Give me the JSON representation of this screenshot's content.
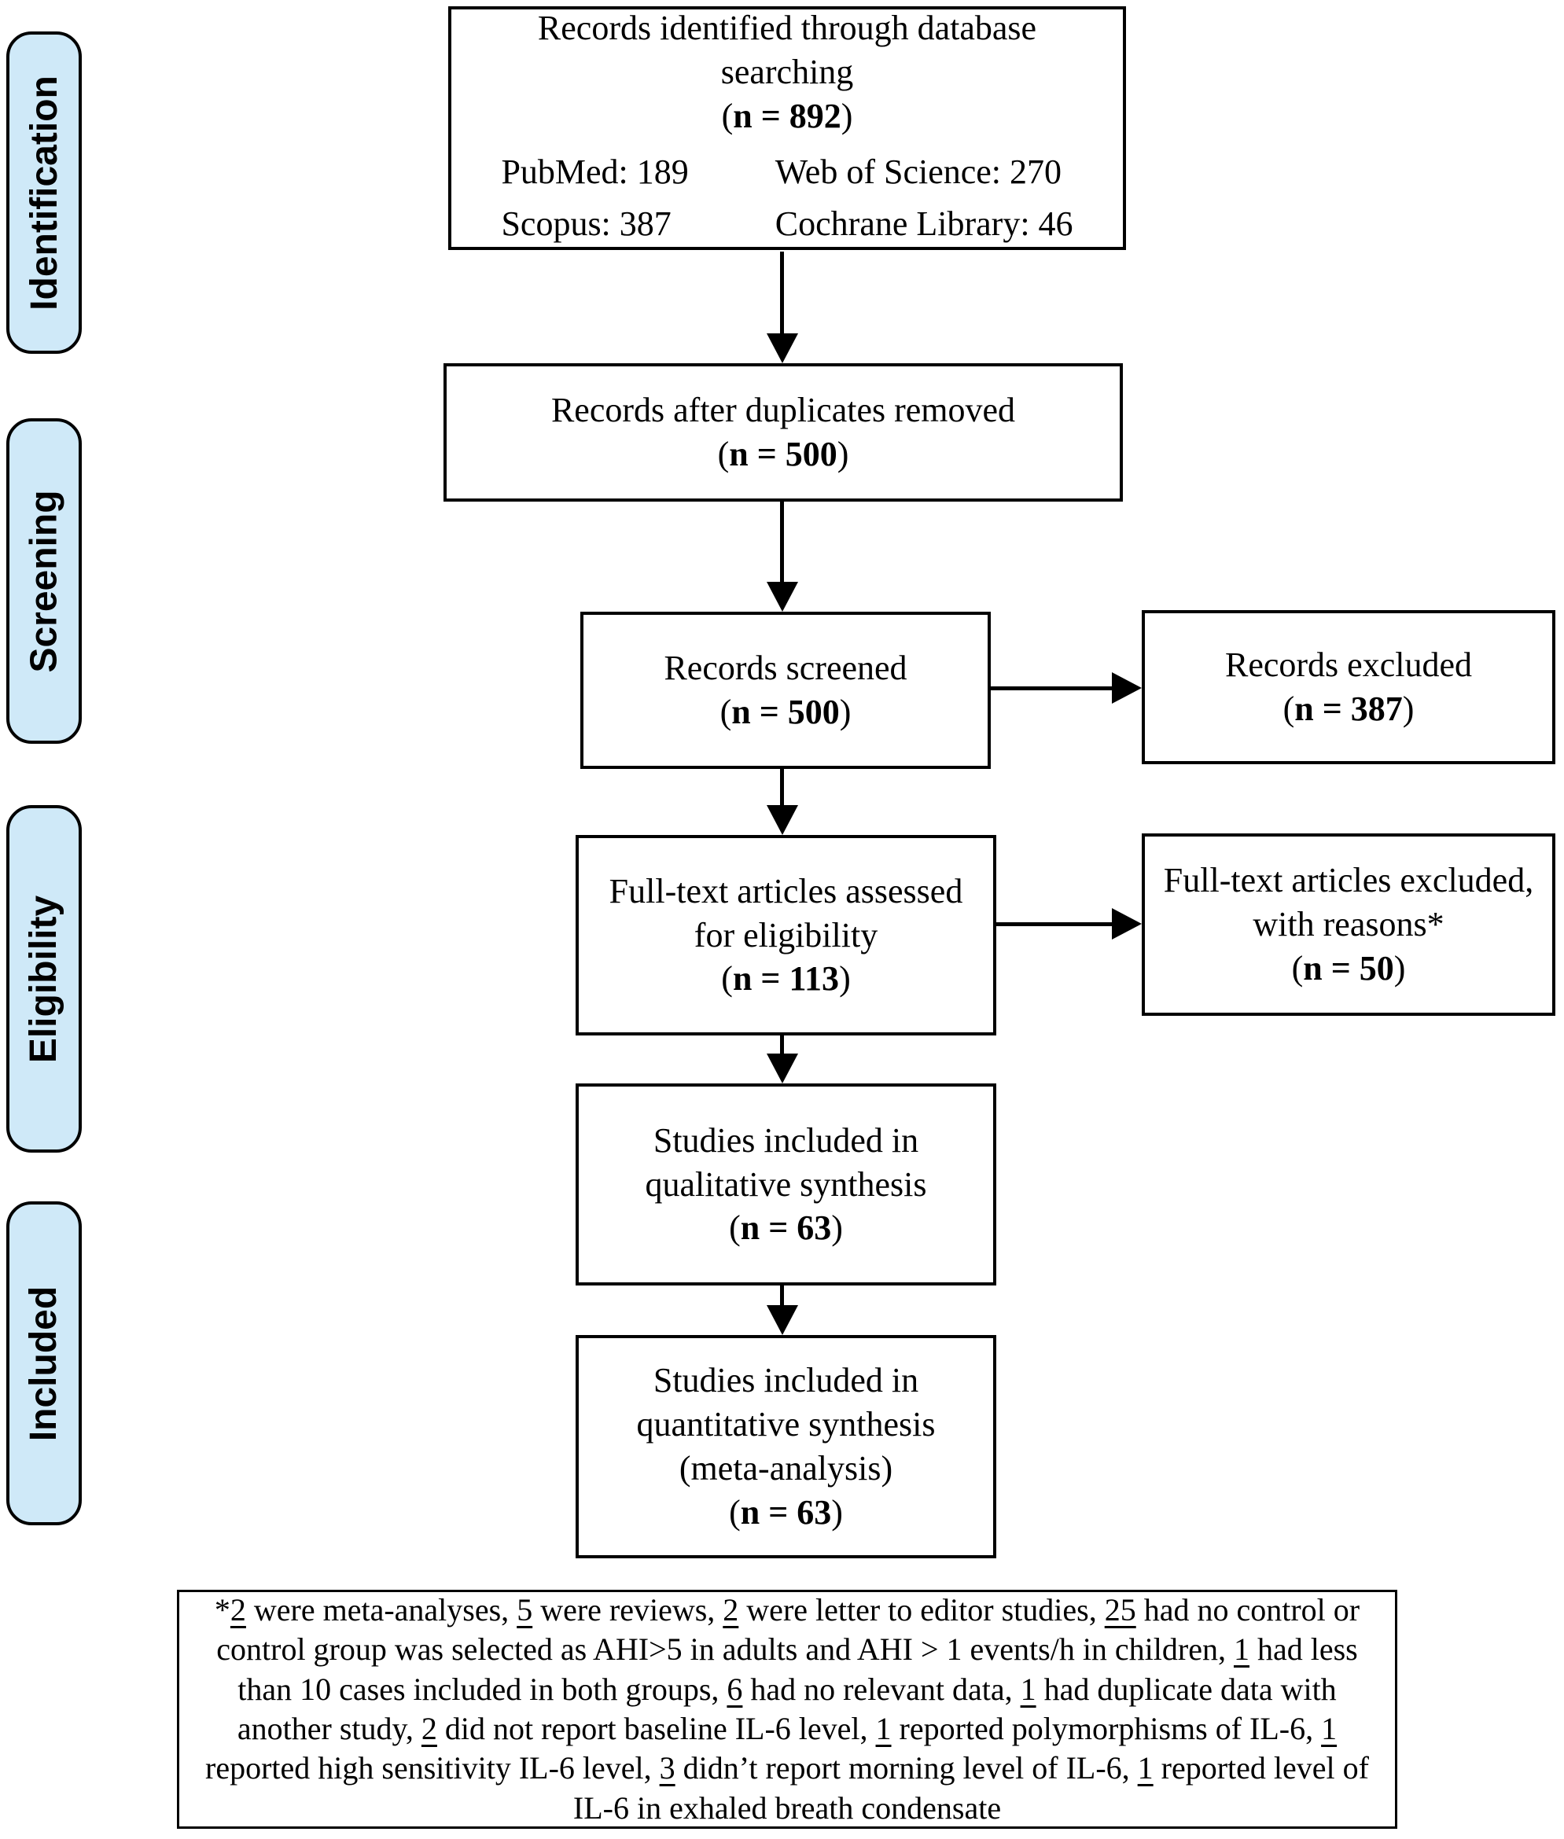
{
  "stages": [
    {
      "label": "Identification"
    },
    {
      "label": "Screening"
    },
    {
      "label": "Eligibility"
    },
    {
      "label": "Included"
    }
  ],
  "boxes": {
    "identified": {
      "line1": "Records identified through database",
      "line2": "searching",
      "n": "({b}n = 892{/b})",
      "sources": {
        "pubmed": "PubMed: 189",
        "scopus": "Scopus: 387",
        "web_of_science": "Web of Science: 270",
        "cochrane": "Cochrane Library: 46"
      }
    },
    "deduplicated": {
      "line1": "Records after duplicates removed",
      "n": "({b}n = 500{/b})"
    },
    "screened": {
      "line1": "Records screened",
      "n": "({b}n = 500{/b})"
    },
    "records_excluded": {
      "line1": "Records excluded",
      "n": "({b}n = 387{/b})"
    },
    "fulltext_assessed": {
      "line1": "Full-text articles assessed",
      "line2": "for eligibility",
      "n": "({b}n = 113{/b})"
    },
    "fulltext_excluded": {
      "line1": "Full-text articles excluded,",
      "line2": "with reasons*",
      "n": "({b}n = 50{/b})"
    },
    "qualitative": {
      "line1": "Studies included in",
      "line2": "qualitative synthesis",
      "n": "({b}n = 63{/b})"
    },
    "quantitative": {
      "line1": "Studies included in",
      "line2": "quantitative synthesis",
      "line3": "(meta-analysis)",
      "n": "({b}n = 63{/b})"
    }
  },
  "footnote": "*{u}2{/u} were meta-analyses, {u}5{/u} were reviews, {u}2{/u} were letter to editor studies, {u}25{/u} had no control or control group was selected as AHI>5 in adults and AHI > 1 events/h in children, {u}1{/u} had less than 10 cases included in both groups, {u}6{/u} had no relevant data, {u}1{/u} had duplicate data with another study, {u}2{/u} did not report baseline IL-6 level, {u}1{/u} reported polymorphisms of IL-6, {u}1{/u} reported high sensitivity IL-6 level, {u}3{/u} didn’t report morning level of IL-6, {u}1{/u} reported level of IL-6 in exhaled breath condensate",
  "colors": {
    "stage_fill": "#cfe9f8",
    "border": "#000000"
  }
}
